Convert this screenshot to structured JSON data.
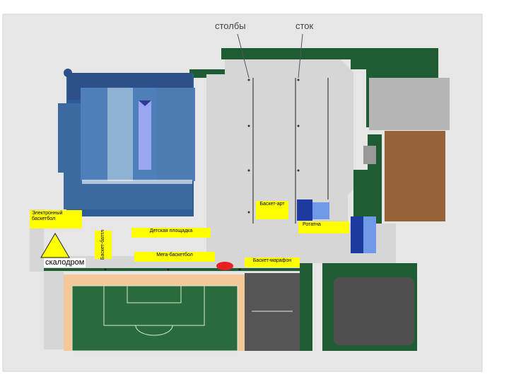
{
  "annotations": {
    "poles": "столбы",
    "drain": "сток"
  },
  "zones": {
    "electronic_basketball": "Электронный баскетбол",
    "basket_art": "Баскет-арт",
    "gates": "Ротатна",
    "basket_battle": "Баскет-баттл",
    "kids_area": "Детская площадка",
    "mega_basketball": "Мега-баскетбол",
    "basket_marathon": "Баскет-марафон",
    "climbing_wall": "скалодром"
  },
  "colors": {
    "ground": "#d6d6d6",
    "grass": "#1e5c33",
    "building": "#3a6aa0",
    "field": "#2a6b3b",
    "track": "#f5c899",
    "label_bg": "#ffff00",
    "brown_block": "#966338"
  }
}
